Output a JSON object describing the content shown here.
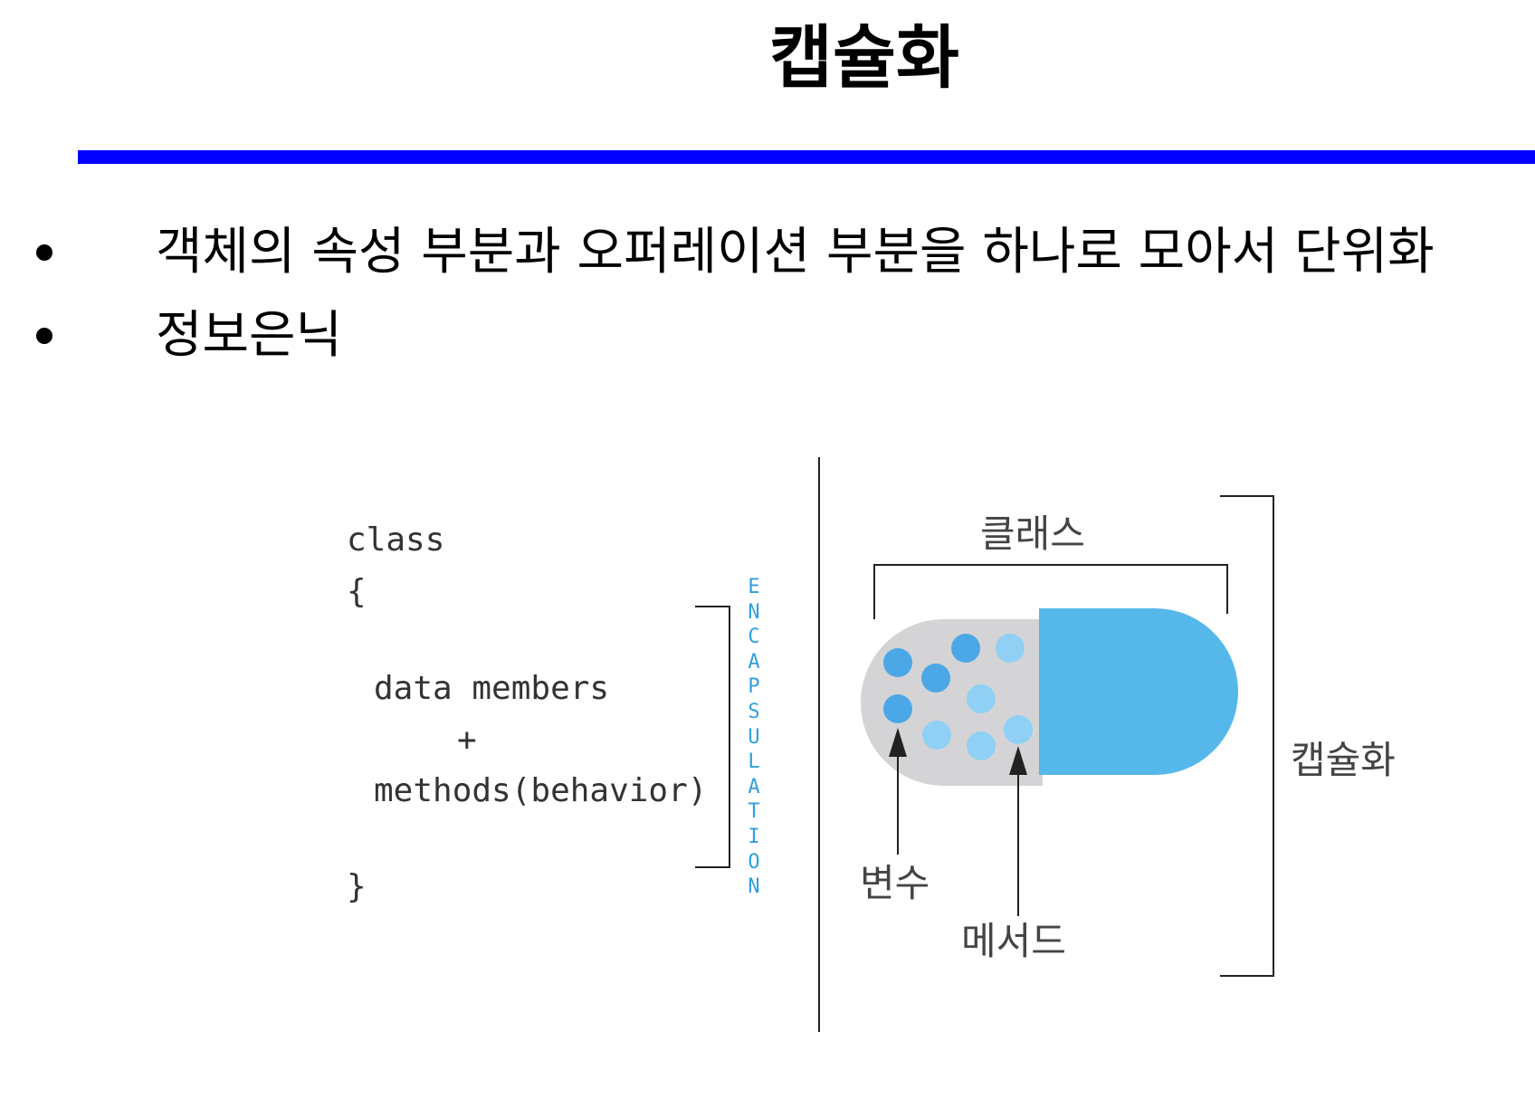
{
  "title": "캡슐화",
  "bullets": [
    "객체의 속성 부분과 오퍼레이션 부분을 하나로 모아서 단위화",
    "정보은닉"
  ],
  "code": {
    "line1": "class",
    "line2": "{",
    "line3": "data members",
    "line4": "+",
    "line5": "methods(behavior)",
    "line6": "}"
  },
  "encapsulation_word": "ENCAPSULATION",
  "labels": {
    "class": "클래스",
    "encapsulation": "캡슐화",
    "variables": "변수",
    "methods": "메서드"
  },
  "colors": {
    "title_rule": "#0000ff",
    "capsule_right": "#55b7ea",
    "capsule_left": "#d4d4d6",
    "dot_dark": "#4ca7e6",
    "dot_light": "#8fd0f4",
    "encapsulation_text": "#2f9fe0"
  }
}
